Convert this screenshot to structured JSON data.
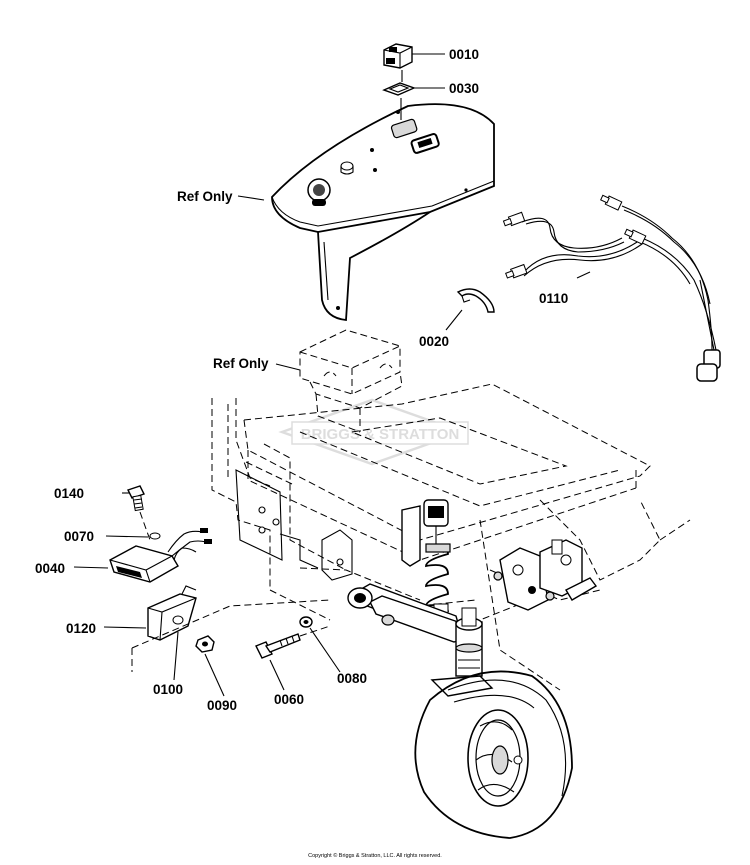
{
  "labels": {
    "p0010": "0010",
    "p0030": "0030",
    "ref_console": "Ref Only",
    "p0110": "0110",
    "p0020": "0020",
    "ref_frame": "Ref Only",
    "p0140": "0140",
    "p0070": "0070",
    "p0040": "0040",
    "p0120": "0120",
    "p0100": "0100",
    "p0090": "0090",
    "p0060": "0060",
    "p0080": "0080"
  },
  "watermark": "BRIGGS & STRATTON",
  "copyright": "Copyright © Briggs & Stratton, LLC. All rights reserved."
}
